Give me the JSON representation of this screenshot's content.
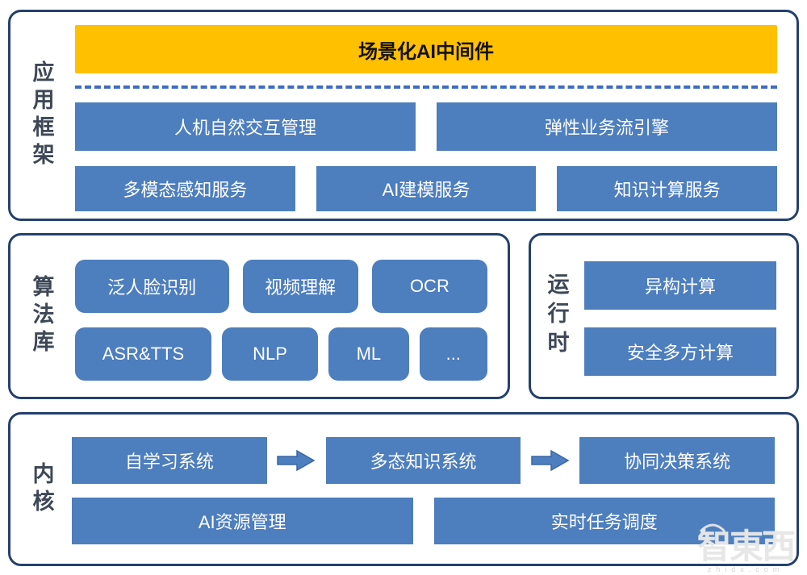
{
  "colors": {
    "banner_bg": "#FFC000",
    "banner_text": "#111111",
    "box_blue": "#4D7EBE",
    "box_text": "#FFFFFF",
    "panel_border": "#24406E",
    "dashed_line": "#3E6CC0",
    "side_label_text": "#3D4756",
    "watermark_gray": "#E6E6E6"
  },
  "sections": {
    "app_framework": {
      "label": "应用框架",
      "banner": "场景化AI中间件",
      "row1": [
        "人机自然交互管理",
        "弹性业务流引擎"
      ],
      "row2": [
        "多模态感知服务",
        "AI建模服务",
        "知识计算服务"
      ]
    },
    "algorithm_library": {
      "label": "算法库",
      "row1": [
        "泛人脸识别",
        "视频理解",
        "OCR"
      ],
      "row2": [
        "ASR&TTS",
        "NLP",
        "ML",
        "..."
      ]
    },
    "runtime": {
      "label": "运行时",
      "items": [
        "异构计算",
        "安全多方计算"
      ]
    },
    "kernel": {
      "label": "内核",
      "flow": [
        "自学习系统",
        "多态知识系统",
        "协同决策系统"
      ],
      "row2": [
        "AI资源管理",
        "实时任务调度"
      ]
    }
  },
  "watermark": {
    "logo": "智東西",
    "domain": "zhidx.com"
  }
}
